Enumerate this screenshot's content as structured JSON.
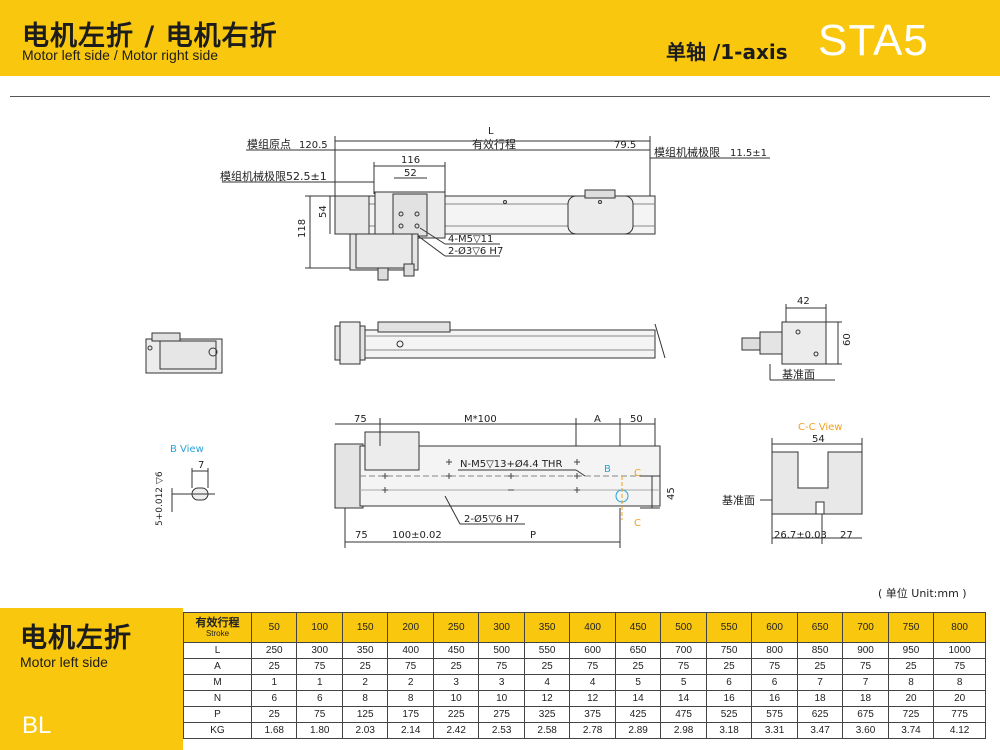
{
  "header": {
    "title_cn": "电机左折 / 电机右折",
    "title_en": "Motor left side / Motor right side",
    "axis": "单轴 /1-axis",
    "model": "STA5"
  },
  "colors": {
    "accent": "#f9c80e",
    "dim_blue": "#2aa3d8",
    "dim_orange": "#f0a020"
  },
  "drawing": {
    "top_view": {
      "L": "L",
      "origin": "模组原点",
      "origin_val": "120.5",
      "stroke": "有效行程",
      "d_79_5": "79.5",
      "limit_right": "模组机械极限",
      "limit_right_val": "11.5±1",
      "d_116": "116",
      "d_52": "52",
      "limit_left": "模组机械极限52.5±1",
      "d_54": "54",
      "d_118": "118",
      "hole1": "4-M5▽11",
      "hole2": "2-Ø3▽6 H7"
    },
    "end_view": {
      "d_42": "42",
      "d_60": "60",
      "ref": "基准面"
    },
    "bottom_view": {
      "d_75_top": "75",
      "m100": "M*100",
      "A": "A",
      "d_50": "50",
      "thread": "N-M5▽13+Ø4.4 THR",
      "B": "B",
      "C_top": "C",
      "C_bot": "C",
      "d_45": "45",
      "pin": "2-Ø5▽6 H7",
      "d_75_bot": "75",
      "d_100": "100±0.02",
      "P": "P"
    },
    "b_view": {
      "title": "B View",
      "d_7": "7",
      "d_5": "5+0.012 ▽6"
    },
    "cc_view": {
      "title": "C-C View",
      "d_54": "54",
      "ref": "基准面",
      "d_26_7": "26.7±0.03",
      "d_27": "27"
    }
  },
  "unit": "( 单位 Unit:mm )",
  "panel": {
    "title_cn": "电机左折",
    "title_en": "Motor left side",
    "code": "BL"
  },
  "table": {
    "header_cn": "有效行程",
    "header_en": "Stroke",
    "strokes": [
      "50",
      "100",
      "150",
      "200",
      "250",
      "300",
      "350",
      "400",
      "450",
      "500",
      "550",
      "600",
      "650",
      "700",
      "750",
      "800"
    ],
    "rows": [
      {
        "label": "L",
        "values": [
          "250",
          "300",
          "350",
          "400",
          "450",
          "500",
          "550",
          "600",
          "650",
          "700",
          "750",
          "800",
          "850",
          "900",
          "950",
          "1000"
        ]
      },
      {
        "label": "A",
        "values": [
          "25",
          "75",
          "25",
          "75",
          "25",
          "75",
          "25",
          "75",
          "25",
          "75",
          "25",
          "75",
          "25",
          "75",
          "25",
          "75"
        ]
      },
      {
        "label": "M",
        "values": [
          "1",
          "1",
          "2",
          "2",
          "3",
          "3",
          "4",
          "4",
          "5",
          "5",
          "6",
          "6",
          "7",
          "7",
          "8",
          "8"
        ]
      },
      {
        "label": "N",
        "values": [
          "6",
          "6",
          "8",
          "8",
          "10",
          "10",
          "12",
          "12",
          "14",
          "14",
          "16",
          "16",
          "18",
          "18",
          "20",
          "20"
        ]
      },
      {
        "label": "P",
        "values": [
          "25",
          "75",
          "125",
          "175",
          "225",
          "275",
          "325",
          "375",
          "425",
          "475",
          "525",
          "575",
          "625",
          "675",
          "725",
          "775"
        ]
      },
      {
        "label": "KG",
        "values": [
          "1.68",
          "1.80",
          "2.03",
          "2.14",
          "2.42",
          "2.53",
          "2.58",
          "2.78",
          "2.89",
          "2.98",
          "3.18",
          "3.31",
          "3.47",
          "3.60",
          "3.74",
          "4.12"
        ]
      }
    ]
  }
}
